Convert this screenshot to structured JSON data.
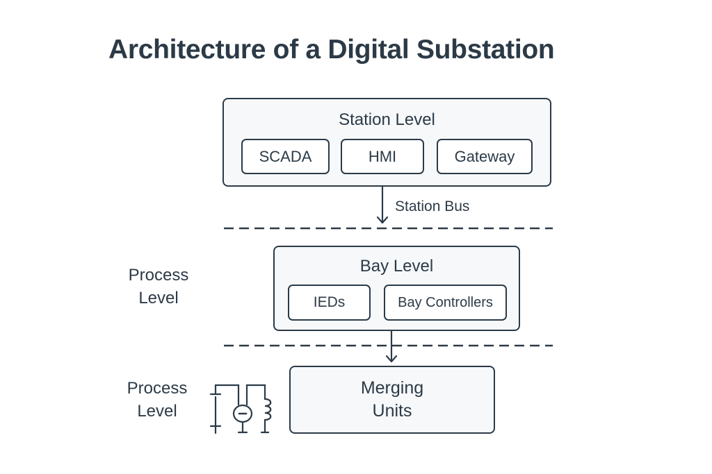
{
  "title": "Architecture of a Digital Substation",
  "colors": {
    "ink": "#2c3a47",
    "box_fill": "#f6f8fa",
    "background": "#ffffff"
  },
  "station_level": {
    "title": "Station Level",
    "components": [
      "SCADA",
      "HMI",
      "Gateway"
    ]
  },
  "station_bus": {
    "label": "Station Bus"
  },
  "bay_level": {
    "title": "Bay Level",
    "components": [
      "IEDs",
      "Bay Controllers"
    ],
    "side_label_line1": "Process",
    "side_label_line2": "Level"
  },
  "process_level": {
    "side_label_line1": "Process",
    "side_label_line2": "Level",
    "merging_units_line1": "Merging",
    "merging_units_line2": "Units",
    "icons": [
      "circuit-breaker-icon",
      "current-transformer-icon",
      "inductor-coil-icon"
    ]
  }
}
